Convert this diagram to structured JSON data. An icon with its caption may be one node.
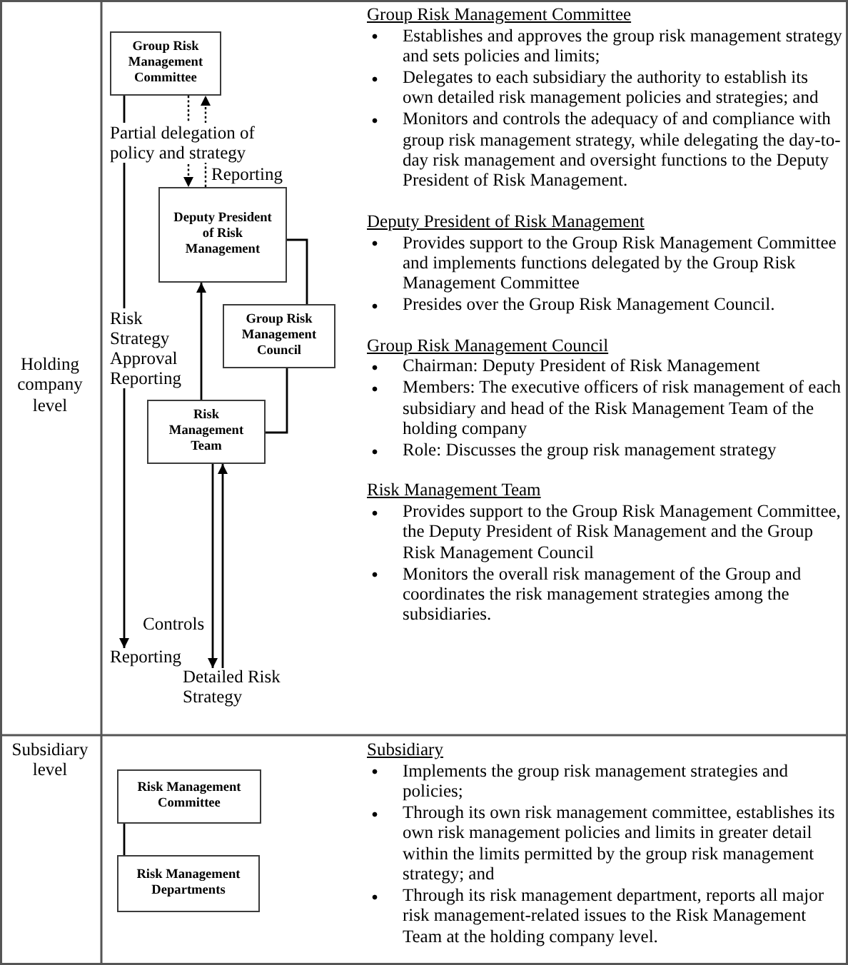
{
  "diagram": {
    "nodes": [
      {
        "text": [
          "Group Risk Management Committee"
        ]
      },
      {
        "text": [
          "Deputy President of Risk Management"
        ]
      },
      {
        "text": [
          "Group Risk Management Council"
        ]
      },
      {
        "text": [
          "Risk Management Team"
        ]
      },
      {
        "text": [
          "Reporting"
        ]
      },
      {
        "text": [
          "Detailed Risk Strategy"
        ]
      },
      {
        "text": [
          "Risk Management Committee"
        ]
      },
      {
        "text": [
          "Risk Management Departments"
        ]
      }
    ],
    "edges": [
      {
        "from": 0,
        "to": 1,
        "arrow": "to",
        "style": "dashed",
        "label": "Partial delegation of policy and strategy"
      },
      {
        "from": 1,
        "to": 0,
        "arrow": "to",
        "style": "dashed",
        "label": "Reporting"
      },
      {
        "from": 3,
        "to": 1,
        "arrow": "to"
      },
      {
        "from": 1,
        "to": 2,
        "arrow": "none"
      },
      {
        "from": 2,
        "to": 3,
        "arrow": "none"
      },
      {
        "from": 0,
        "to": 4,
        "arrow": "to",
        "label": "Risk Strategy Approval Reporting"
      },
      {
        "from": 3,
        "to": 5,
        "arrow": "to",
        "label": "Controls"
      },
      {
        "from": 5,
        "to": 3,
        "arrow": "to"
      },
      {
        "from": 6,
        "to": 7,
        "arrow": "none"
      }
    ],
    "labels": [
      "Holding company level",
      "Group Risk Management Committee",
      "Establishes and approves the group risk management strategy and sets policies and limits;",
      "Delegates to each subsidiary the authority to establish its own detailed risk management policies and strategies; and",
      "Monitors and controls the adequacy of and compliance with group risk management strategy, while delegating the day-to-day risk management and oversight functions to the Deputy President of Risk Management.",
      "Deputy President of Risk Management",
      "Provides support to the Group Risk Management Committee and implements functions delegated by the Group Risk Management Committee",
      "Presides over the Group Risk Management Council.",
      "Group Risk Management Council",
      "Chairman: Deputy President of Risk Management",
      "Members: The executive officers of risk management of each subsidiary and head of the Risk Management Team of the holding company",
      "Role: Discusses the group risk management strategy",
      "Risk Management Team",
      "Provides support to the Group Risk Management Committee, the Deputy President of Risk Management and the Group Risk Management Council",
      "Monitors the overall risk management of the Group and coordinates the risk management strategies among the subsidiaries.",
      "Subsidiary level",
      "Subsidiary",
      "Implements the group risk management strategies and policies;",
      "Through its own risk management committee, establishes its own risk management policies and limits in greater detail within the limits permitted by the group risk management strategy; and",
      "Through its risk management department, reports all major risk management-related issues to the Risk Management Team at the holding company level."
    ]
  }
}
